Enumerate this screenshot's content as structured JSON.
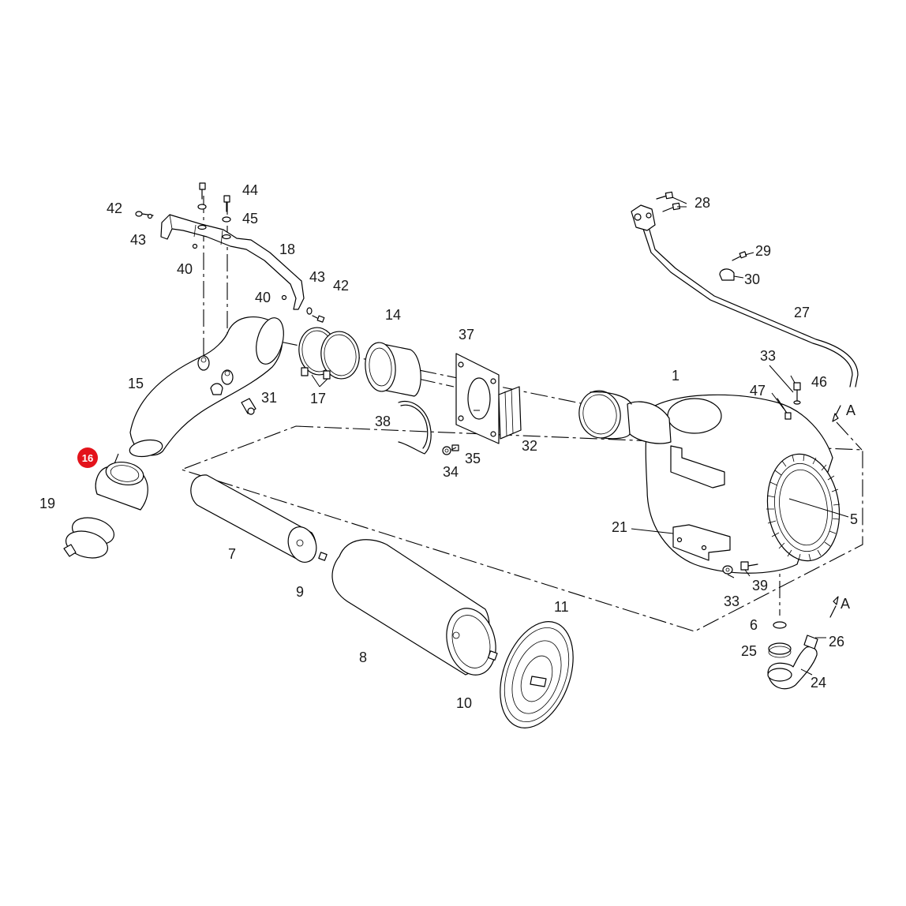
{
  "callouts": {
    "c1": "1",
    "c5": "5",
    "c6": "6",
    "c7": "7",
    "c8": "8",
    "c9": "9",
    "c10": "10",
    "c11": "11",
    "c14": "14",
    "c15": "15",
    "c16": "16",
    "c17": "17",
    "c18": "18",
    "c19": "19",
    "c21": "21",
    "c24": "24",
    "c25": "25",
    "c26": "26",
    "c27": "27",
    "c28": "28",
    "c29": "29",
    "c30": "30",
    "c31": "31",
    "c32": "32",
    "c33a": "33",
    "c33b": "33",
    "c34": "34",
    "c35": "35",
    "c37": "37",
    "c38": "38",
    "c39": "39",
    "c40a": "40",
    "c40b": "40",
    "c42a": "42",
    "c42b": "42",
    "c43a": "43",
    "c43b": "43",
    "c44": "44",
    "c45": "45",
    "c46": "46",
    "c47": "47"
  },
  "view_markers": {
    "a_top": "A",
    "a_bottom": "A"
  },
  "highlight": {
    "part": "16",
    "color": "#e3131b"
  }
}
